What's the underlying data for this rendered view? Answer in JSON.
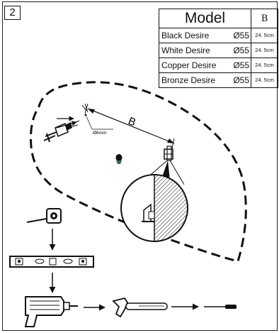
{
  "step": {
    "number": "2"
  },
  "spec_table": {
    "model_header": "Model",
    "dimension_header": "B",
    "rows": [
      {
        "model": "Black Desire",
        "diameter": "Ø55",
        "b": "24. 5cm"
      },
      {
        "model": "White Desire",
        "diameter": "Ø55",
        "b": "24. 5cm"
      },
      {
        "model": "Copper Desire",
        "diameter": "Ø55",
        "b": "24. 5cm"
      },
      {
        "model": "Bronze Desire",
        "diameter": "Ø55",
        "b": "24. 5cm"
      }
    ]
  },
  "diagram": {
    "dimension_label": "B",
    "drill_size_label": "Ø6mm"
  },
  "tools": [
    "tape-measure-icon",
    "spirit-level-icon",
    "drill-icon",
    "hammer-icon",
    "screwdriver-icon"
  ]
}
